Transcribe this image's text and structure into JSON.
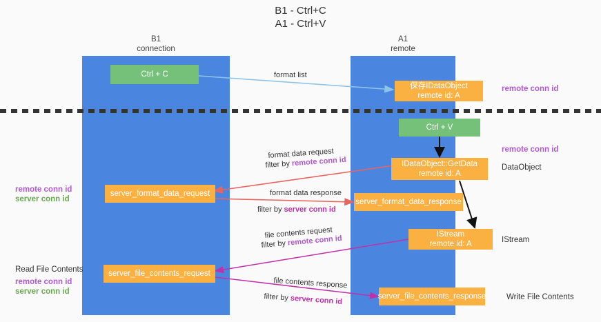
{
  "title": {
    "line1": "B1 - Ctrl+C",
    "line2": "A1 - Ctrl+V"
  },
  "columns": [
    {
      "id": "b1",
      "name": "B1",
      "role": "connection"
    },
    {
      "id": "a1",
      "name": "A1",
      "role": "remote"
    }
  ],
  "nodes": {
    "ctrl_c": "Ctrl + C",
    "save_idataobject_l1": "保存IDataObject",
    "save_idataobject_l2": "remote id: A",
    "ctrl_v": "Ctrl + V",
    "getdata_l1": "IDataObject::GetData",
    "getdata_l2": "remote id: A",
    "server_format_data_request": "server_format_data_request",
    "server_format_data_response": "server_format_data_response",
    "istream_l1": "IStream",
    "istream_l2": "remote id: A",
    "server_file_contents_request": "server_file_contents_request",
    "server_file_contents_response": "server_file_contents_response"
  },
  "edge_labels": {
    "format_list": "format list",
    "format_data_request": "format data request",
    "format_data_request_filter_prefix": "filter by ",
    "format_data_request_filter_key": "remote conn id",
    "format_data_response": "format data response",
    "format_data_response_filter_prefix": "filter by ",
    "format_data_response_filter_key": "server conn id",
    "file_contents_request": "file contents request",
    "file_contents_request_filter_prefix": "filter by ",
    "file_contents_request_filter_key": "remote conn id",
    "file_contents_response": "file contents response",
    "file_contents_response_filter_prefix": "filter by ",
    "file_contents_response_filter_key": "server conn id"
  },
  "side_labels": {
    "right_remote_conn_id_top": "remote conn id",
    "right_remote_conn_id_mid": "remote conn id",
    "right_dataobject": "DataObject",
    "right_istream": "IStream",
    "right_write_file_contents": "Write File Contents",
    "left_remote_conn_id_mid": "remote conn id",
    "left_server_conn_id_mid": "server conn id",
    "left_read_file_contents": "Read File Contents",
    "left_remote_conn_id_bottom": "remote conn id",
    "left_server_conn_id_bottom": "server conn id"
  },
  "colors": {
    "lane": "#4a86e0",
    "node_green": "#76c17a",
    "node_orange": "#fbb042",
    "accent_purple": "#b05ad0",
    "accent_green": "#6aa84f",
    "accent_magenta": "#c030a8",
    "arrow_blue": "#8ec4e8",
    "arrow_red": "#e8645f",
    "arrow_black": "#111111",
    "background": "#fafafa"
  }
}
